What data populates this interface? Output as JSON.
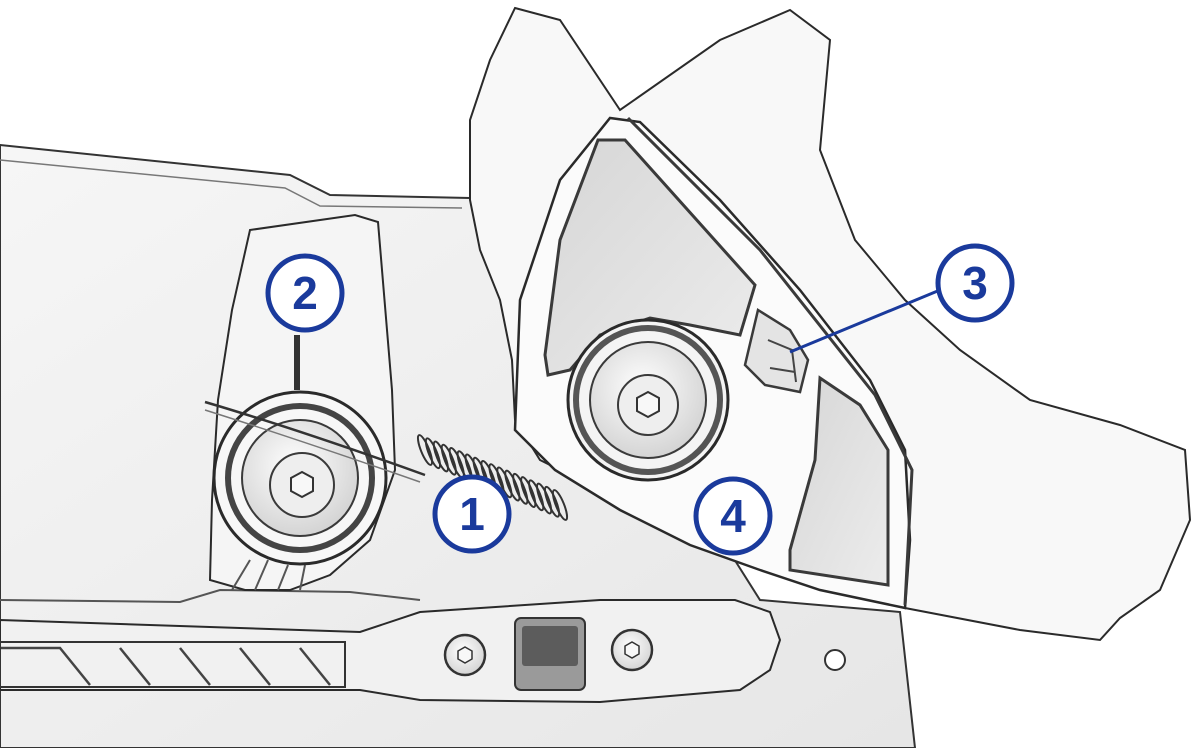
{
  "callouts": [
    {
      "id": "1",
      "label": "1"
    },
    {
      "id": "2",
      "label": "2"
    },
    {
      "id": "3",
      "label": "3"
    },
    {
      "id": "4",
      "label": "4"
    }
  ],
  "colors": {
    "callout": "#1a3a9c",
    "callout_fill": "#ffffff",
    "part_light": "#f3f3f3",
    "part_mid": "#e2e2e2",
    "part_dark": "#5c5c5c",
    "outline": "#2a2a2a"
  }
}
